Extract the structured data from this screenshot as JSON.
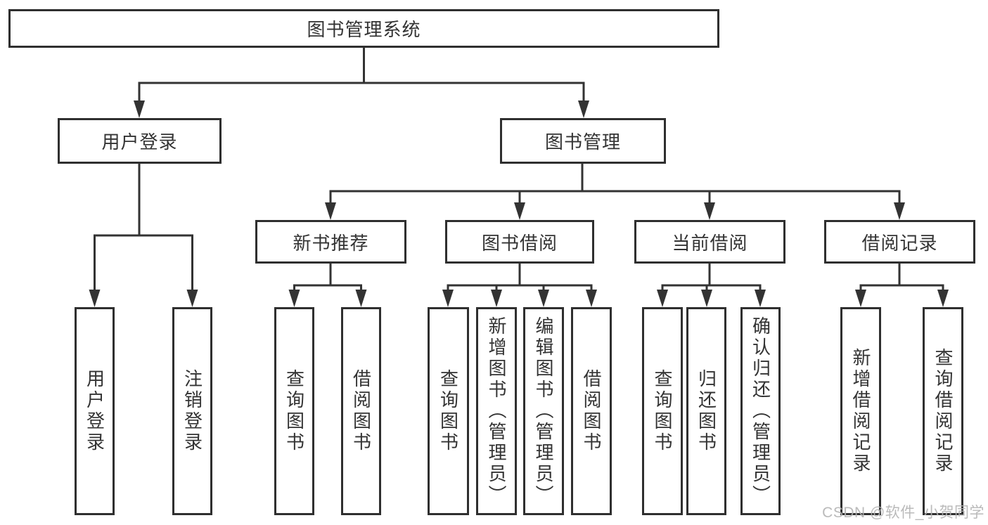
{
  "diagram": {
    "type": "tree",
    "nodes": {
      "root": {
        "label": "图书管理系统"
      },
      "branches": [
        {
          "label": "用户登录",
          "leaves": [
            {
              "label": "用户登录"
            },
            {
              "label": "注销登录"
            }
          ]
        },
        {
          "label": "图书管理",
          "groups": [
            {
              "label": "新书推荐",
              "leaves": [
                {
                  "label": "查询图书"
                },
                {
                  "label": "借阅图书"
                }
              ]
            },
            {
              "label": "图书借阅",
              "leaves": [
                {
                  "label": "查询图书"
                },
                {
                  "label": "新增图书（管理员）"
                },
                {
                  "label": "编辑图书（管理员）"
                },
                {
                  "label": "借阅图书"
                }
              ]
            },
            {
              "label": "当前借阅",
              "leaves": [
                {
                  "label": "查询图书"
                },
                {
                  "label": "归还图书"
                },
                {
                  "label": "确认归还（管理员）"
                }
              ]
            },
            {
              "label": "借阅记录",
              "leaves": [
                {
                  "label": "新增借阅记录"
                },
                {
                  "label": "查询借阅记录"
                }
              ]
            }
          ]
        }
      ]
    }
  },
  "watermark": {
    "text": "CSDN @软件_小贺同学"
  },
  "colors": {
    "line": "#333333",
    "box_border": "#2f2f2f",
    "text": "#333333",
    "watermark": "#b3b3b3",
    "background": "#ffffff"
  }
}
